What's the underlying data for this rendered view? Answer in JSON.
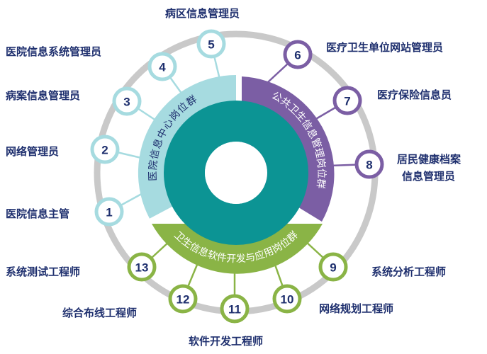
{
  "colors": {
    "ring": "#c9c9c9",
    "light_blue": "#9fd6dc",
    "light_blue_stroke": "#a9dbe0",
    "purple": "#7b5ea4",
    "green": "#8ab446",
    "teal": "#0c9494",
    "text": "#1e2f6e"
  },
  "groups": {
    "hospital_center": "医院信息中心岗位群",
    "public_health": "公共卫生信息管理岗位群",
    "software_dev": "卫生信息软件开发与应用岗位群"
  },
  "nodes": [
    {
      "num": "1",
      "label": "医院信息主管"
    },
    {
      "num": "2",
      "label": "网络管理员"
    },
    {
      "num": "3",
      "label": "病案信息管理员"
    },
    {
      "num": "4",
      "label": "医院信息系统管理员"
    },
    {
      "num": "5",
      "label": "病区信息管理员"
    },
    {
      "num": "6",
      "label": "医疗卫生单位网站管理员"
    },
    {
      "num": "7",
      "label": "医疗保险信息员"
    },
    {
      "num": "8",
      "label_line1": "居民健康档案",
      "label_line2": "信息管理员"
    },
    {
      "num": "9",
      "label": "系统分析工程师"
    },
    {
      "num": "10",
      "label": "网络规划工程师"
    },
    {
      "num": "11",
      "label": "软件开发工程师"
    },
    {
      "num": "12",
      "label": "综合布线工程师"
    },
    {
      "num": "13",
      "label": "系统测试工程师"
    }
  ]
}
